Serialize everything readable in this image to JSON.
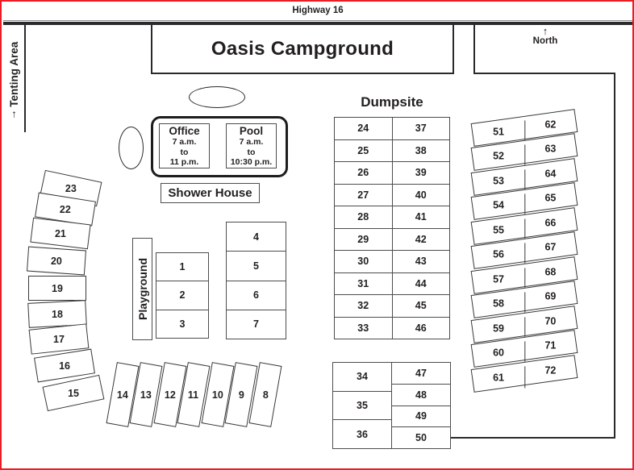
{
  "highway": {
    "label": "Highway 16"
  },
  "tenting": {
    "arrow": "↑",
    "label": "Tenting Area"
  },
  "title": {
    "label": "Oasis Campground"
  },
  "north": {
    "arrow": "↑",
    "label": "North"
  },
  "office": {
    "title": "Office",
    "hours": [
      "7 a.m.",
      "to",
      "11 p.m."
    ]
  },
  "pool": {
    "title": "Pool",
    "hours": [
      "7 a.m.",
      "to",
      "10:30 p.m."
    ]
  },
  "shower": {
    "label": "Shower House"
  },
  "playground": {
    "label": "Playground"
  },
  "dumpsite": {
    "label": "Dumpsite"
  },
  "sites": {
    "arc_left": [
      "23",
      "22",
      "21",
      "20",
      "19",
      "18",
      "17",
      "16",
      "15"
    ],
    "bottom_row": [
      "14",
      "13",
      "12",
      "11",
      "10",
      "9",
      "8"
    ],
    "inner_col_a": [
      "1",
      "2",
      "3"
    ],
    "inner_col_b": [
      "4",
      "5",
      "6",
      "7"
    ],
    "main_table_rows": [
      [
        "24",
        "37"
      ],
      [
        "25",
        "38"
      ],
      [
        "26",
        "39"
      ],
      [
        "27",
        "40"
      ],
      [
        "28",
        "41"
      ],
      [
        "29",
        "42"
      ],
      [
        "30",
        "43"
      ],
      [
        "31",
        "44"
      ],
      [
        "32",
        "45"
      ],
      [
        "33",
        "46"
      ]
    ],
    "lower_table_left": [
      "34",
      "35",
      "36"
    ],
    "lower_table_right": [
      "47",
      "48",
      "49",
      "50"
    ],
    "right_pairs": [
      [
        "51",
        "62"
      ],
      [
        "52",
        "63"
      ],
      [
        "53",
        "64"
      ],
      [
        "54",
        "65"
      ],
      [
        "55",
        "66"
      ],
      [
        "56",
        "67"
      ],
      [
        "57",
        "68"
      ],
      [
        "58",
        "69"
      ],
      [
        "59",
        "70"
      ],
      [
        "60",
        "71"
      ],
      [
        "61",
        "72"
      ]
    ]
  },
  "colors": {
    "frame_red": "#ed1c24",
    "ink": "#231f20",
    "line": "#2a292b"
  }
}
